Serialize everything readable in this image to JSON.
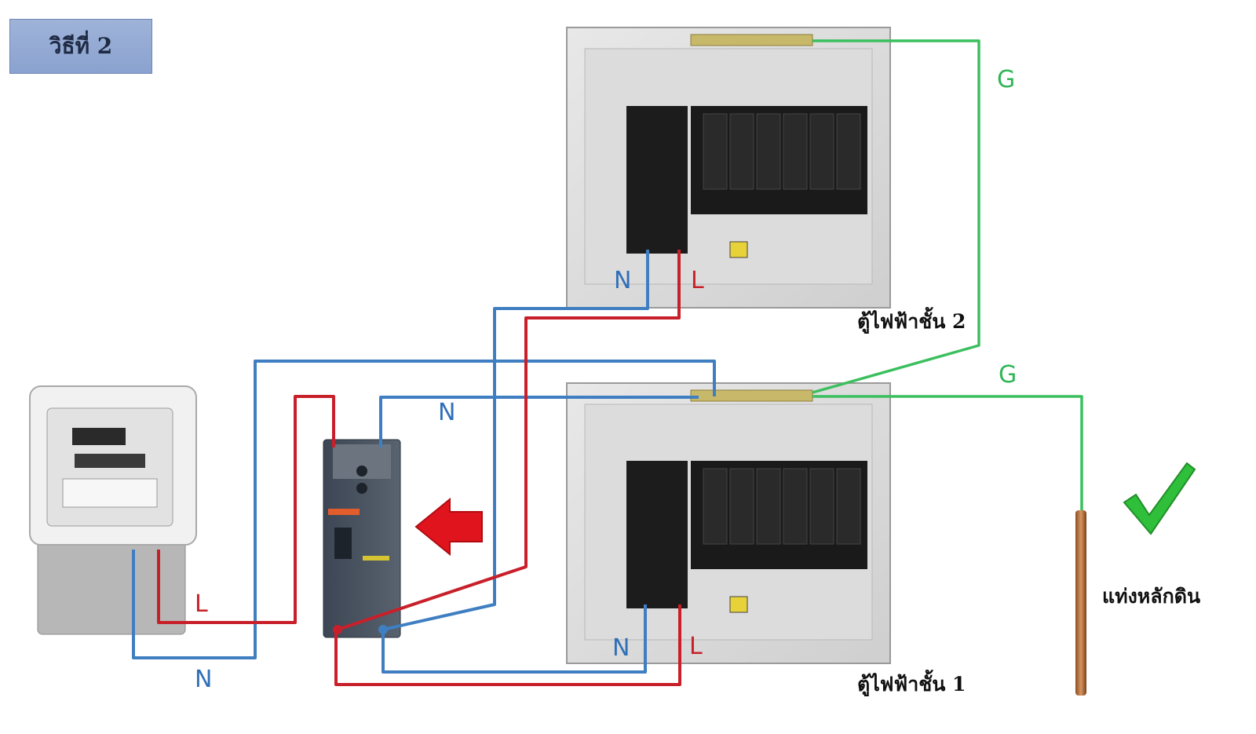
{
  "method_title": "วิธีที่ 2",
  "labels": {
    "g_top": "G",
    "g_lower": "G",
    "n_cab2": "N",
    "l_cab2": "L",
    "n_mid": "N",
    "n_meter": "N",
    "l_meter": "L",
    "n_cab1": "N",
    "l_cab1": "L"
  },
  "captions": {
    "cabinet_floor2": "ตู้ไฟฟ้าชั้น 2",
    "cabinet_floor1": "ตู้ไฟฟ้าชั้น 1",
    "ground_rod": "แท่งหลักดิน"
  },
  "icons": {
    "arrow": "left-arrow-icon",
    "check": "checkmark-icon"
  },
  "colors": {
    "neutral_wire": "#3f7fc1",
    "live_wire": "#c8202a",
    "ground_wire": "#3bbf5e",
    "check": "#2fbf3a",
    "arrow": "#e0141c"
  }
}
